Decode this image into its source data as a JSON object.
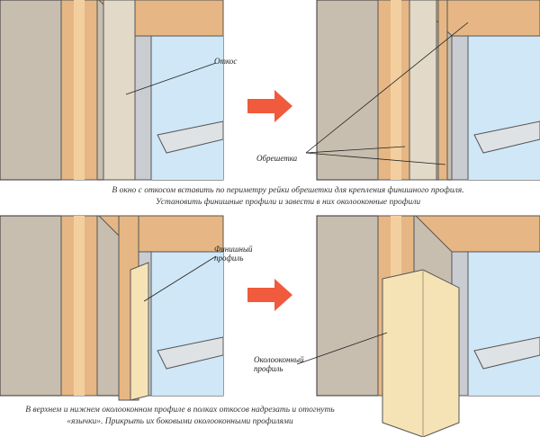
{
  "labels": {
    "otkos": "Откос",
    "obreshetka": "Обрешетка",
    "finish_line1": "Финишный",
    "finish_line2": "профиль",
    "okolo_line1": "Околооконный",
    "okolo_line2": "профиль"
  },
  "captions": {
    "top_line1": "В окно с откосом вставить по периметру рейки обрешетки для крепления финишного профиля.",
    "top_line2": "Установить финишные профили и завести в них околооконные профили",
    "bottom_line1": "В верхнем и нижнем околооконном профиле в полках откосов надрезать и отогнуть",
    "bottom_line2": "«язычки». Прикрыть их боковыми околооконными профилями"
  },
  "colors": {
    "arrow": "#ef5b3c",
    "wall": "#c8beb0",
    "wood": "#e6b784",
    "glass": "#cfe7f6",
    "frame": "#c9cdd2",
    "profile": "#f5e3b5"
  }
}
